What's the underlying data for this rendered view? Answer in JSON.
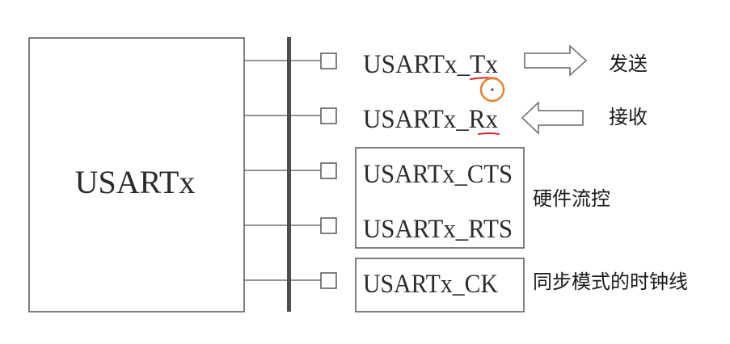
{
  "block": {
    "label": "USARTx"
  },
  "pins": [
    {
      "label": "USARTx_Tx"
    },
    {
      "label": "USARTx_Rx"
    },
    {
      "label": "USARTx_CTS"
    },
    {
      "label": "USARTx_RTS"
    },
    {
      "label": "USARTx_CK"
    }
  ],
  "notes": {
    "send": "发送",
    "receive": "接收",
    "hw_flow": "硬件流控",
    "sync_clock": "同步模式的时钟线"
  },
  "colors": {
    "line": "#555555",
    "bus": "#4d4d4d",
    "annotation_red": "#d9262c",
    "cursor_orange": "#e8812e"
  }
}
